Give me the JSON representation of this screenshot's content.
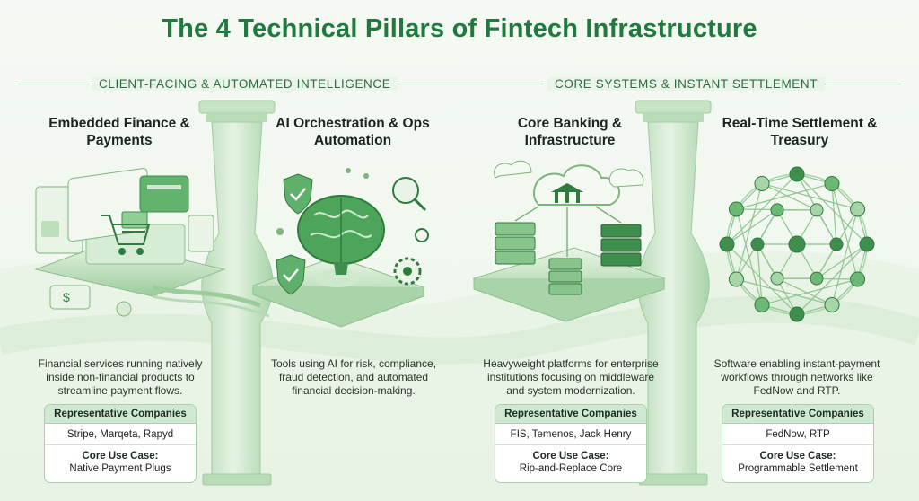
{
  "title": "The 4 Technical Pillars of Fintech Infrastructure",
  "sections": [
    {
      "label": "CLIENT-FACING & AUTOMATED INTELLIGENCE"
    },
    {
      "label": "CORE SYSTEMS & INSTANT SETTLEMENT"
    }
  ],
  "card_header": "Representative Companies",
  "use_case_label": "Core Use Case:",
  "pillars": [
    {
      "title": "Embedded Finance & Payments",
      "description": "Financial services running natively inside non-financial products to streamline payment flows.",
      "companies": "Stripe, Marqeta, Rapyd",
      "use_case": "Native Payment Plugs",
      "icon": "shopping-cart-icon"
    },
    {
      "title": "AI Orchestration & Ops Automation",
      "description": "Tools using AI for risk, compliance, fraud detection, and automated financial decision-making.",
      "companies": null,
      "use_case": null,
      "icon": "brain-icon"
    },
    {
      "title": "Core Banking & Infrastructure",
      "description": "Heavyweight platforms for enterprise institutions focusing on middleware and system modernization.",
      "companies": "FIS, Temenos, Jack Henry",
      "use_case": "Rip-and-Replace Core",
      "icon": "bank-cloud-icon"
    },
    {
      "title": "Real-Time Settlement & Treasury",
      "description": "Software enabling instant-payment workflows through networks like FedNow and RTP.",
      "companies": "FedNow, RTP",
      "use_case": "Programmable Settlement",
      "icon": "network-graph-icon"
    }
  ],
  "colors": {
    "title": "#1f7a3e",
    "accent": "#4caf63",
    "card_header_bg": "#cfe8d2",
    "pillar": "#c9e6c8"
  }
}
